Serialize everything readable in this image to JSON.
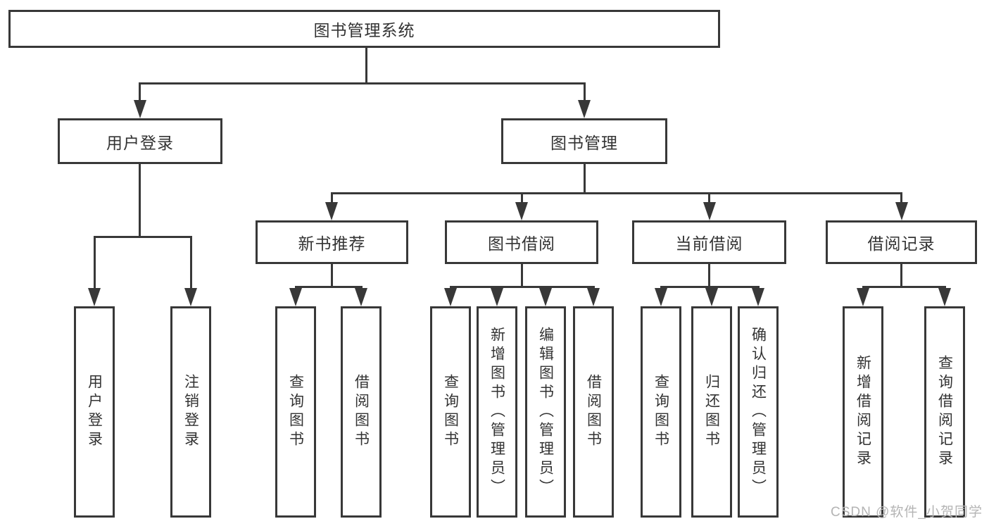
{
  "colors": {
    "line": "#383838",
    "text": "#333333",
    "box_bg": "#ffffff",
    "watermark": "#b4b4b4",
    "background": "#ffffff"
  },
  "root": {
    "label": "图书管理系统"
  },
  "level1": [
    {
      "label": "用户登录"
    },
    {
      "label": "图书管理"
    }
  ],
  "level2": [
    {
      "label": "新书推荐"
    },
    {
      "label": "图书借阅"
    },
    {
      "label": "当前借阅"
    },
    {
      "label": "借阅记录"
    }
  ],
  "leaves": {
    "user_login": [
      "用户登录",
      "注销登录"
    ],
    "new_book": [
      "查询图书",
      "借阅图书"
    ],
    "book_borrow": [
      "查询图书",
      "新增图书（管理员）",
      "编辑图书（管理员）",
      "借阅图书"
    ],
    "current_borrow": [
      "查询图书",
      "归还图书",
      "确认归还（管理员）"
    ],
    "borrow_record": [
      "新增借阅记录",
      "查询借阅记录"
    ]
  },
  "watermark": {
    "label": "CSDN @软件_小贺同学"
  }
}
